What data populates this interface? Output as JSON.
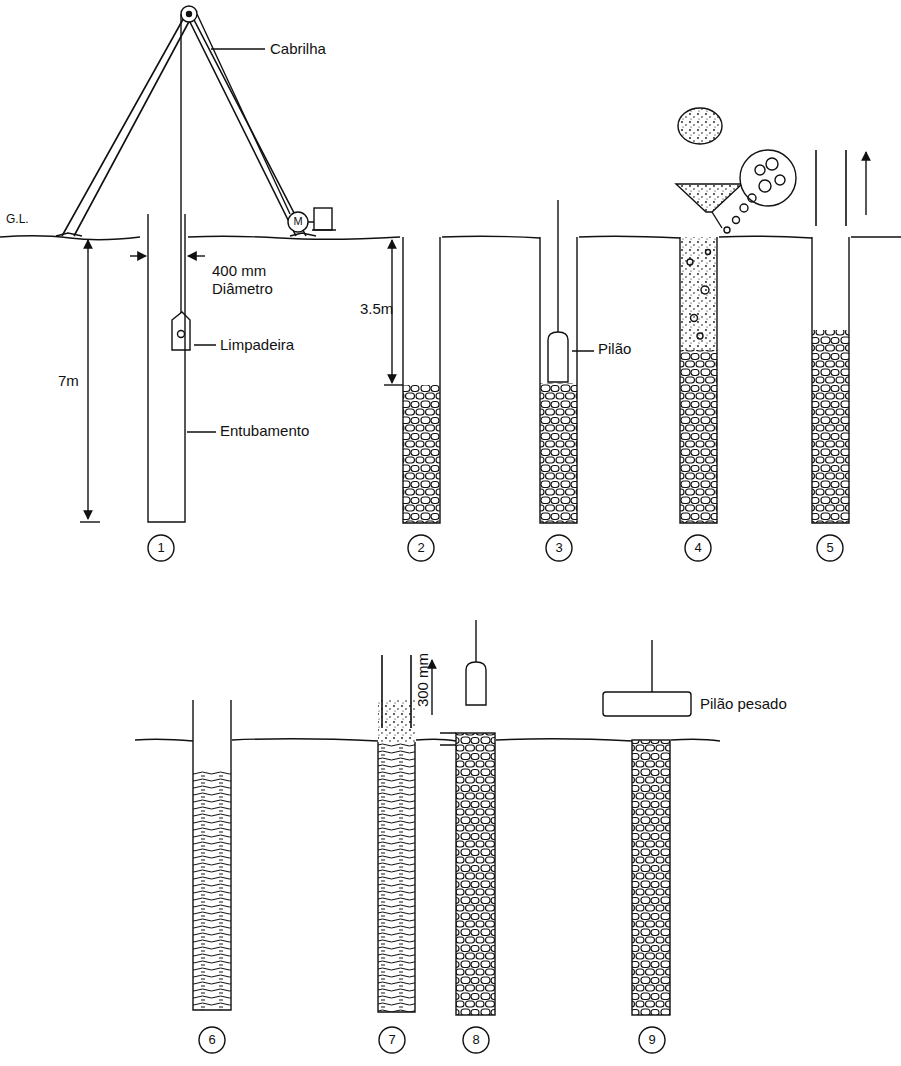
{
  "diagram": {
    "labels": [
      "Cabrilha",
      "G.L.",
      "400 mm Diâmetro",
      "Limpadeira",
      "7m",
      "Entubamento",
      "3.5m",
      "Pilão",
      "300 mm",
      "Pilão pesado",
      "M",
      "1",
      "2",
      "3",
      "4",
      "5",
      "6",
      "7",
      "8",
      "9"
    ]
  }
}
